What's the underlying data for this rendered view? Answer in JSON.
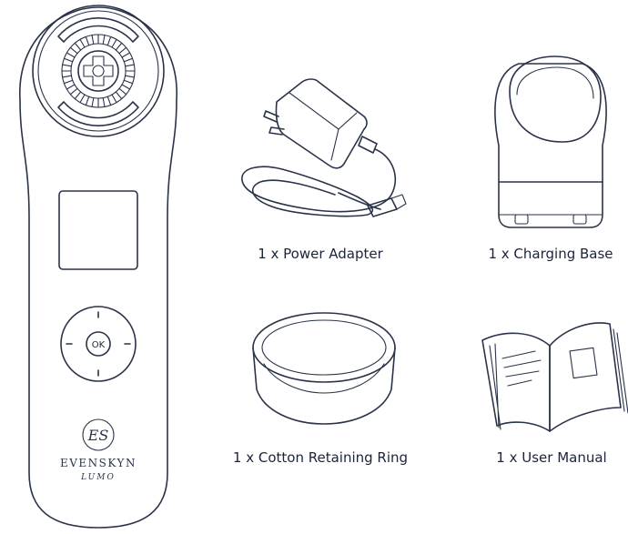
{
  "device": {
    "brand": "EVENSKYN",
    "model": "LUMO",
    "monogram": "ES",
    "ok_label": "OK"
  },
  "items": [
    {
      "caption": "1 x Power Adapter"
    },
    {
      "caption": "1 x Charging Base"
    },
    {
      "caption": "1 x Cotton Retaining Ring"
    },
    {
      "caption": "1 x User Manual"
    }
  ],
  "colors": {
    "line": "#2a3349",
    "text": "#1b2438",
    "background": "#ffffff"
  }
}
